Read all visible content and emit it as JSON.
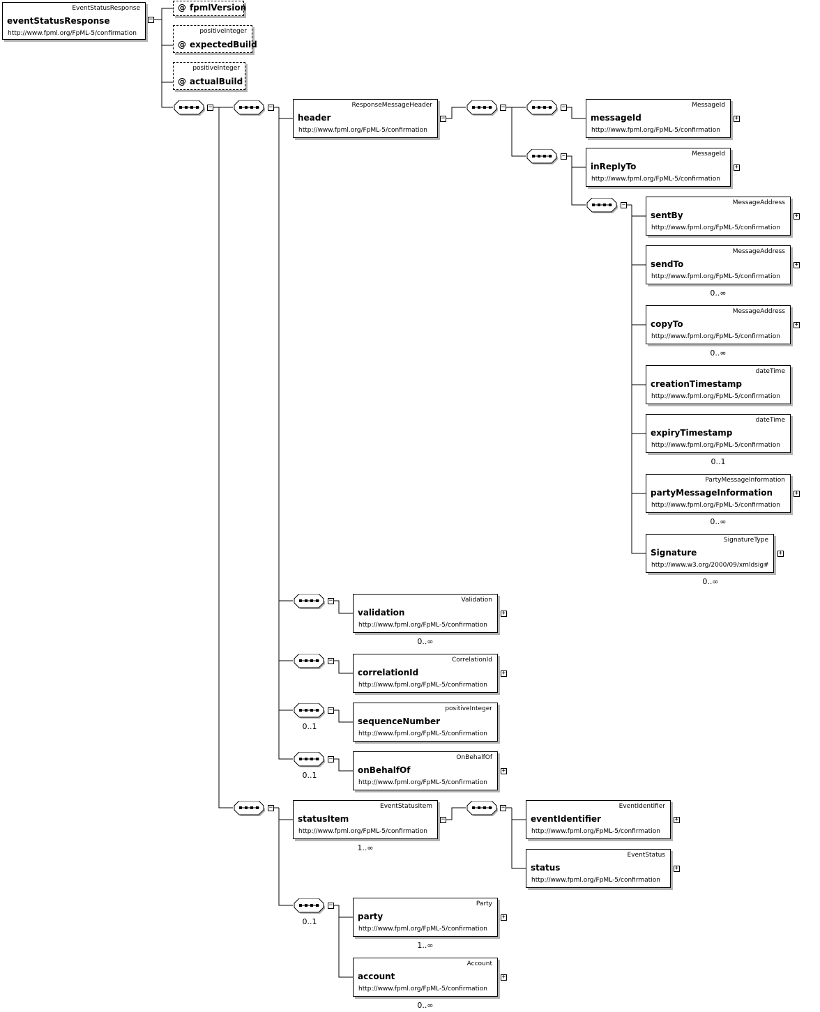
{
  "root": {
    "type": "EventStatusResponse",
    "name": "eventStatusResponse",
    "ns": "http://www.fpml.org/FpML-5/confirmation"
  },
  "attributes": [
    {
      "type": "",
      "name": "fpmlVersion"
    },
    {
      "type": "positiveInteger",
      "name": "expectedBuild"
    },
    {
      "type": "positiveInteger",
      "name": "actualBuild"
    }
  ],
  "attribute_marker": "@",
  "elements": {
    "header": {
      "type": "ResponseMessageHeader",
      "name": "header",
      "ns": "http://www.fpml.org/FpML-5/confirmation"
    },
    "messageId": {
      "type": "MessageId",
      "name": "messageId",
      "ns": "http://www.fpml.org/FpML-5/confirmation"
    },
    "inReplyTo": {
      "type": "MessageId",
      "name": "inReplyTo",
      "ns": "http://www.fpml.org/FpML-5/confirmation"
    },
    "sentBy": {
      "type": "MessageAddress",
      "name": "sentBy",
      "ns": "http://www.fpml.org/FpML-5/confirmation"
    },
    "sendTo": {
      "type": "MessageAddress",
      "name": "sendTo",
      "ns": "http://www.fpml.org/FpML-5/confirmation",
      "card": "0..∞"
    },
    "copyTo": {
      "type": "MessageAddress",
      "name": "copyTo",
      "ns": "http://www.fpml.org/FpML-5/confirmation",
      "card": "0..∞"
    },
    "creationTimestamp": {
      "type": "dateTime",
      "name": "creationTimestamp",
      "ns": "http://www.fpml.org/FpML-5/confirmation"
    },
    "expiryTimestamp": {
      "type": "dateTime",
      "name": "expiryTimestamp",
      "ns": "http://www.fpml.org/FpML-5/confirmation",
      "card": "0..1"
    },
    "partyMessageInformation": {
      "type": "PartyMessageInformation",
      "name": "partyMessageInformation",
      "ns": "http://www.fpml.org/FpML-5/confirmation",
      "card": "0..∞"
    },
    "signature": {
      "type": "SignatureType",
      "name": "Signature",
      "ns": "http://www.w3.org/2000/09/xmldsig#",
      "card": "0..∞"
    },
    "validation": {
      "type": "Validation",
      "name": "validation",
      "ns": "http://www.fpml.org/FpML-5/confirmation",
      "card": "0..∞"
    },
    "correlationId": {
      "type": "CorrelationId",
      "name": "correlationId",
      "ns": "http://www.fpml.org/FpML-5/confirmation"
    },
    "sequenceNumber": {
      "type": "positiveInteger",
      "name": "sequenceNumber",
      "ns": "http://www.fpml.org/FpML-5/confirmation"
    },
    "onBehalfOf": {
      "type": "OnBehalfOf",
      "name": "onBehalfOf",
      "ns": "http://www.fpml.org/FpML-5/confirmation"
    },
    "statusItem": {
      "type": "EventStatusItem",
      "name": "statusItem",
      "ns": "http://www.fpml.org/FpML-5/confirmation",
      "card": "1..∞"
    },
    "eventIdentifier": {
      "type": "EventIdentifier",
      "name": "eventIdentifier",
      "ns": "http://www.fpml.org/FpML-5/confirmation"
    },
    "status": {
      "type": "EventStatus",
      "name": "status",
      "ns": "http://www.fpml.org/FpML-5/confirmation"
    },
    "party": {
      "type": "Party",
      "name": "party",
      "ns": "http://www.fpml.org/FpML-5/confirmation",
      "card": "1..∞"
    },
    "account": {
      "type": "Account",
      "name": "account",
      "ns": "http://www.fpml.org/FpML-5/confirmation",
      "card": "0..∞"
    }
  },
  "sequence_cards": {
    "seq_sequenceNumber": "0..1",
    "seq_onBehalfOf": "0..1",
    "seq_party": "0..1"
  },
  "toggles": {
    "collapse": "−",
    "expand": "+"
  }
}
